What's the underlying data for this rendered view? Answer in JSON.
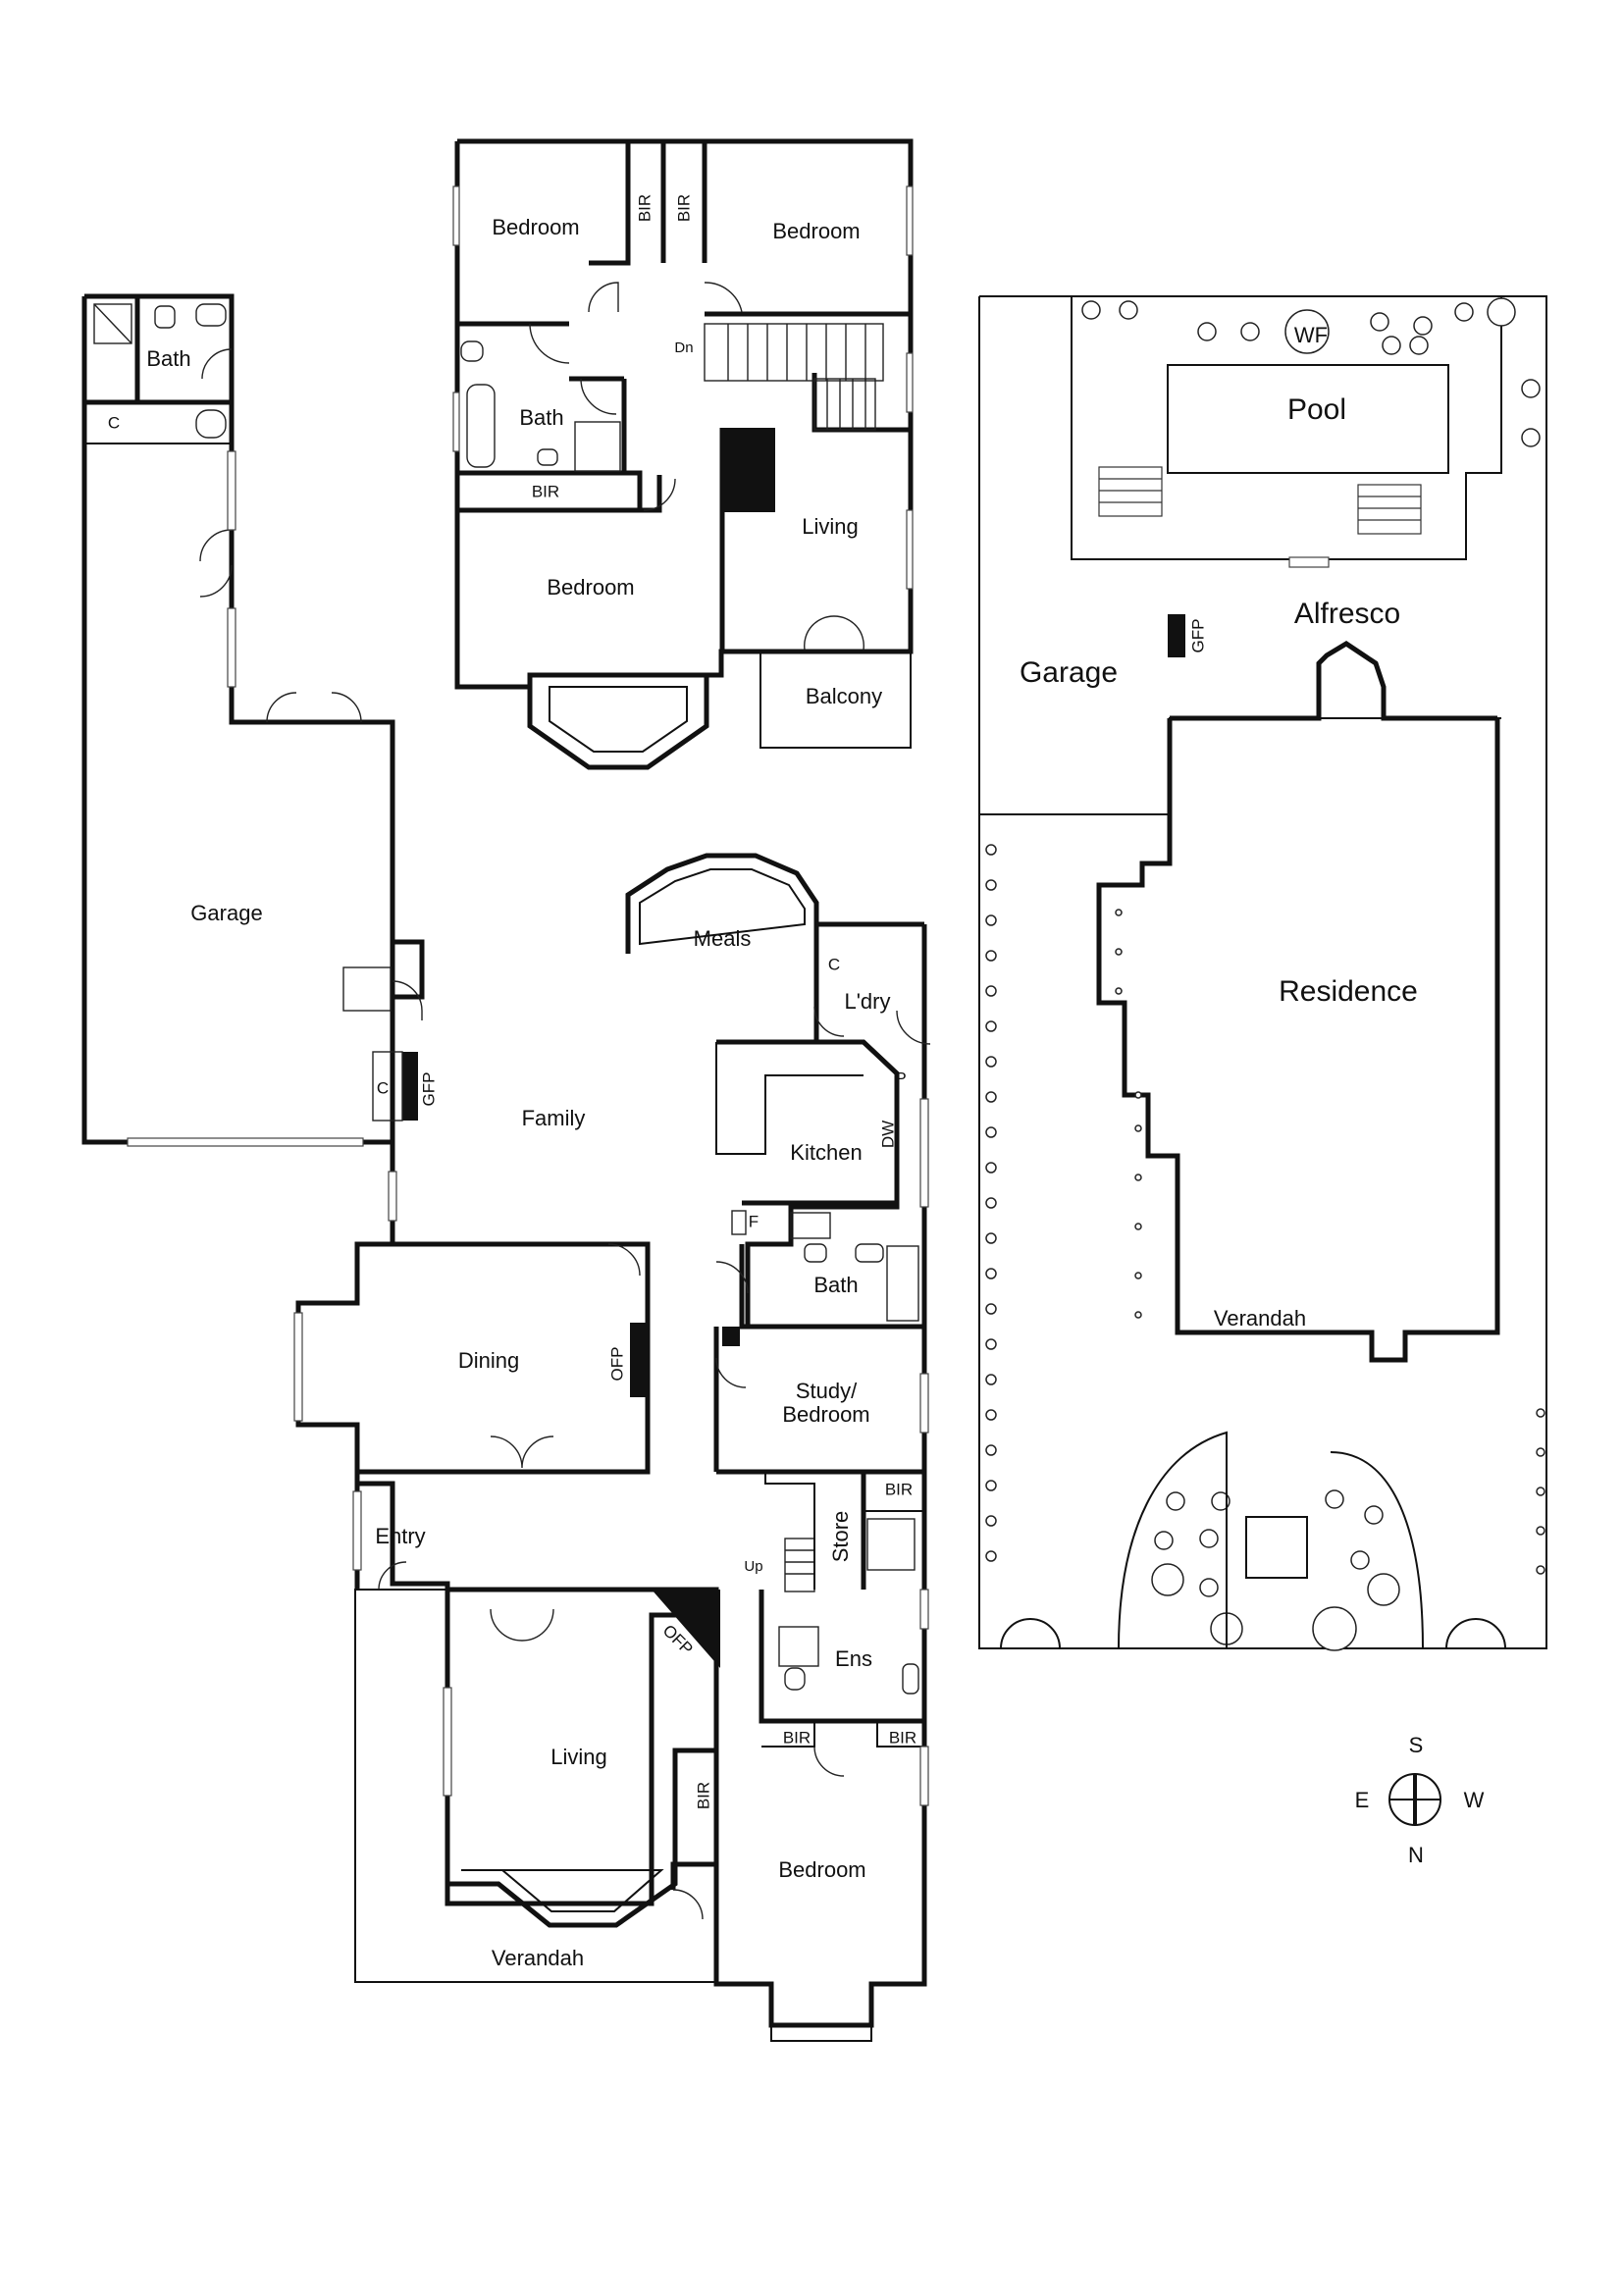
{
  "upper_floor": {
    "bedroom_1": "Bedroom",
    "bedroom_2": "Bedroom",
    "bedroom_3": "Bedroom",
    "bir_1": "BIR",
    "bir_2": "BIR",
    "bir_3": "BIR",
    "bath": "Bath",
    "living": "Living",
    "balcony": "Balcony",
    "dn": "Dn"
  },
  "garage_building": {
    "bath": "Bath",
    "c": "C",
    "garage": "Garage"
  },
  "ground_floor": {
    "meals": "Meals",
    "c_laundry": "C",
    "laundry": "L'dry",
    "family": "Family",
    "c_family": "C",
    "gfp": "GFP",
    "kitchen": "Kitchen",
    "pantry": "P",
    "dw": "DW",
    "fridge": "F",
    "bath": "Bath",
    "dining": "Dining",
    "ofp_dining": "OFP",
    "study": "Study/",
    "study_2": "Bedroom",
    "entry": "Entry",
    "bir_store": "BIR",
    "store": "Store",
    "up": "Up",
    "ofp_living": "OFP",
    "ensuite": "Ens",
    "bir_ens_1": "BIR",
    "bir_ens_2": "BIR",
    "living": "Living",
    "bir_living": "BIR",
    "bedroom": "Bedroom",
    "verandah": "Verandah"
  },
  "site_plan": {
    "wf": "WF",
    "pool": "Pool",
    "alfresco": "Alfresco",
    "gfp": "GFP",
    "garage": "Garage",
    "residence": "Residence",
    "verandah": "Verandah"
  },
  "compass": {
    "south": "S",
    "east": "E",
    "west": "W",
    "north": "N"
  }
}
